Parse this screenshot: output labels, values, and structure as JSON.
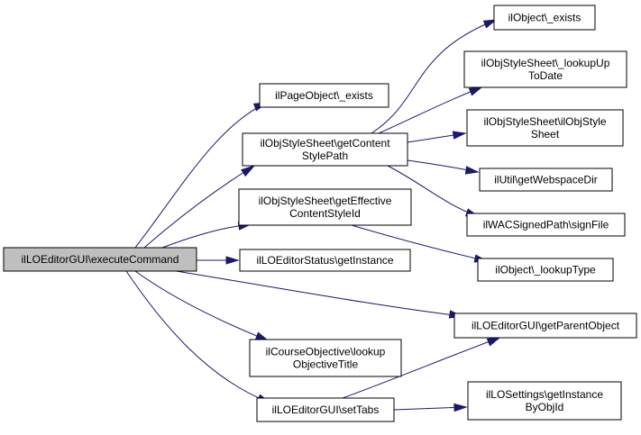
{
  "graph": {
    "nodes": [
      {
        "id": "root",
        "lines": [
          "ilLOEditorGUI\\executeCommand"
        ],
        "root": true
      },
      {
        "id": "pageobject_exists",
        "lines": [
          "ilPageObject\\_exists"
        ]
      },
      {
        "id": "get_content_style_path",
        "lines": [
          "ilObjStyleSheet\\getContent",
          "StylePath"
        ]
      },
      {
        "id": "get_effective_content_style_id",
        "lines": [
          "ilObjStyleSheet\\getEffective",
          "ContentStyleId"
        ]
      },
      {
        "id": "editorstatus_get_instance",
        "lines": [
          "ilLOEditorStatus\\getInstance"
        ]
      },
      {
        "id": "lookup_objective_title",
        "lines": [
          "ilCourseObjective\\lookup",
          "ObjectiveTitle"
        ]
      },
      {
        "id": "set_tabs",
        "lines": [
          "ilLOEditorGUI\\setTabs"
        ]
      },
      {
        "id": "object_exists",
        "lines": [
          "ilObject\\_exists"
        ]
      },
      {
        "id": "lookup_up_to_date",
        "lines": [
          "ilObjStyleSheet\\_lookupUp",
          "ToDate"
        ]
      },
      {
        "id": "ilobjstylesheet_ctor",
        "lines": [
          "ilObjStyleSheet\\ilObjStyle",
          "Sheet"
        ]
      },
      {
        "id": "get_webspace_dir",
        "lines": [
          "ilUtil\\getWebspaceDir"
        ]
      },
      {
        "id": "sign_file",
        "lines": [
          "ilWACSignedPath\\signFile"
        ]
      },
      {
        "id": "lookup_type",
        "lines": [
          "ilObject\\_lookupType"
        ]
      },
      {
        "id": "get_parent_object",
        "lines": [
          "ilLOEditorGUI\\getParentObject"
        ]
      },
      {
        "id": "settings_get_instance",
        "lines": [
          "ilLOSettings\\getInstance",
          "ByObjId"
        ]
      }
    ],
    "edges": [
      {
        "from": "root",
        "to": "pageobject_exists"
      },
      {
        "from": "root",
        "to": "get_content_style_path"
      },
      {
        "from": "root",
        "to": "get_effective_content_style_id"
      },
      {
        "from": "root",
        "to": "editorstatus_get_instance"
      },
      {
        "from": "root",
        "to": "get_parent_object"
      },
      {
        "from": "root",
        "to": "lookup_objective_title"
      },
      {
        "from": "root",
        "to": "set_tabs"
      },
      {
        "from": "get_content_style_path",
        "to": "object_exists"
      },
      {
        "from": "get_content_style_path",
        "to": "lookup_up_to_date"
      },
      {
        "from": "get_content_style_path",
        "to": "ilobjstylesheet_ctor"
      },
      {
        "from": "get_content_style_path",
        "to": "get_webspace_dir"
      },
      {
        "from": "get_content_style_path",
        "to": "sign_file"
      },
      {
        "from": "get_effective_content_style_id",
        "to": "lookup_type"
      },
      {
        "from": "set_tabs",
        "to": "get_parent_object"
      },
      {
        "from": "set_tabs",
        "to": "settings_get_instance"
      }
    ]
  }
}
